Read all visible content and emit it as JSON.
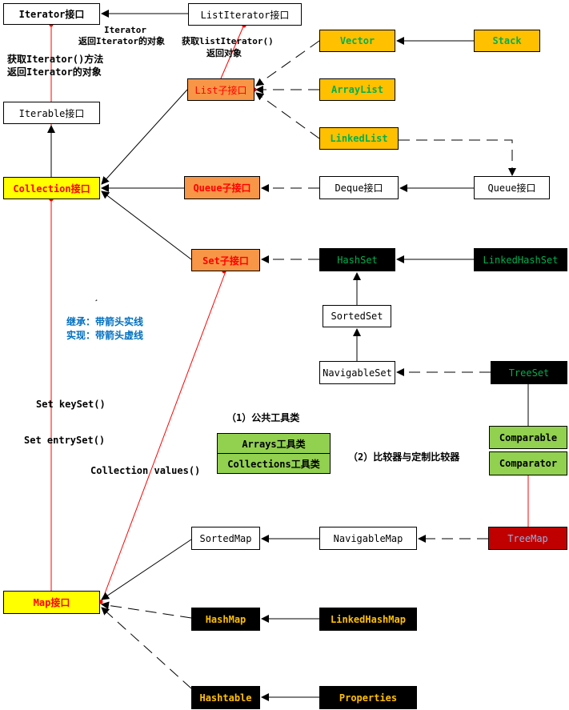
{
  "colors": {
    "line": "#000000",
    "red_line": "#ff0000",
    "yellow": "#ffff00",
    "gold": "#ffc000",
    "orange": "#f79646",
    "black": "#000000",
    "green_fill": "#92d050",
    "dark_red": "#c00000",
    "green_text": "#00b050",
    "red_text": "#ff0000",
    "gold_text": "#ffc000",
    "blue_text": "#0070c0",
    "tree_map_text": "#8db3e2"
  },
  "nodes": {
    "iterator": {
      "label": "Iterator接口"
    },
    "list_iterator": {
      "label": "ListIterator接口"
    },
    "iterable": {
      "label": "Iterable接口"
    },
    "collection": {
      "label": "Collection接口"
    },
    "list": {
      "label": "List子接口"
    },
    "queue_sub": {
      "label": "Queue子接口"
    },
    "set_sub": {
      "label": "Set子接口"
    },
    "vector": {
      "label": "Vector"
    },
    "stack": {
      "label": "Stack"
    },
    "array_list": {
      "label": "ArrayList"
    },
    "linked_list": {
      "label": "LinkedList"
    },
    "deque": {
      "label": "Deque接口"
    },
    "queue": {
      "label": "Queue接口"
    },
    "hash_set": {
      "label": "HashSet"
    },
    "linked_hash_set": {
      "label": "LinkedHashSet"
    },
    "sorted_set": {
      "label": "SortedSet"
    },
    "navigable_set": {
      "label": "NavigableSet"
    },
    "tree_set": {
      "label": "TreeSet"
    },
    "arrays": {
      "label": "Arrays工具类"
    },
    "collections": {
      "label": "Collections工具类"
    },
    "comparable": {
      "label": "Comparable"
    },
    "comparator": {
      "label": "Comparator"
    },
    "sorted_map": {
      "label": "SortedMap"
    },
    "navigable_map": {
      "label": "NavigableMap"
    },
    "tree_map": {
      "label": "TreeMap"
    },
    "map": {
      "label": "Map接口"
    },
    "hash_map": {
      "label": "HashMap"
    },
    "linked_hash_map": {
      "label": "LinkedHashMap"
    },
    "hashtable": {
      "label": "Hashtable"
    },
    "properties": {
      "label": "Properties"
    }
  },
  "annotations": {
    "iterator_return_1": "Iterator",
    "iterator_return_2": "返回Iterator的对象",
    "list_iterator_return_1": "获取listIterator()",
    "list_iterator_return_2": "返回对象",
    "get_iterator_1": "获取Iterator()方法",
    "get_iterator_2": "返回Iterator的对象",
    "stray_mark": "¸",
    "legend_inherit": "继承：带箭头实线",
    "legend_implement": "实现：带箭头虚线",
    "key_set": "Set keySet()",
    "entry_set": "Set entrySet()",
    "values": "Collection values()",
    "tools_heading": "（1）公共工具类",
    "comparator_heading": "（2）比较器与定制比较器"
  }
}
